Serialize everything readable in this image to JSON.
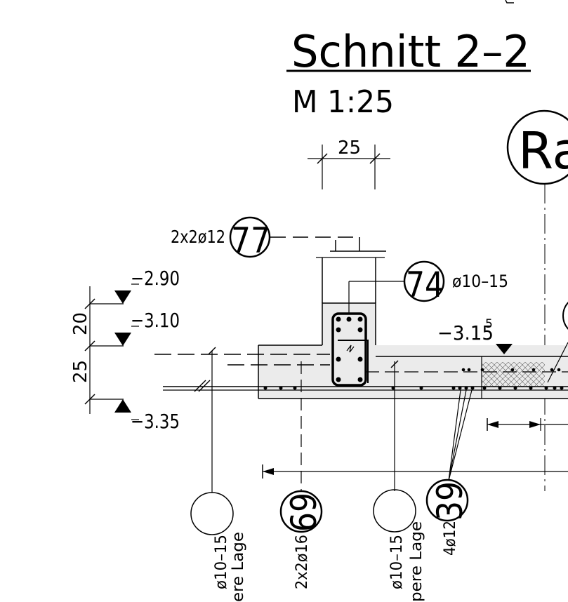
{
  "drawing": {
    "title": "Schnitt 2–2",
    "scale": "M 1:25",
    "axis_label": "Ra",
    "dimension_top": "25",
    "levels": {
      "l1": "−2.90",
      "l2": "−3.10",
      "l3": "−3.35",
      "l4": "−3.15",
      "l4_sup": "5"
    },
    "vertical_dims": {
      "d1": "20",
      "d2": "25"
    },
    "callouts": {
      "c77": {
        "number": "77",
        "text": "2x2ø12"
      },
      "c74": {
        "number": "74",
        "text": "ø10–15"
      },
      "c69": {
        "number": "69",
        "text": "2x2ø16"
      },
      "c39": {
        "number": "39",
        "text": "4ø12"
      }
    },
    "empty_callouts": {
      "left": {
        "line1": "ø10–15",
        "line2": "ere Lage"
      },
      "right": {
        "line1": "ø10–15",
        "line2": "pere Lage"
      }
    }
  }
}
